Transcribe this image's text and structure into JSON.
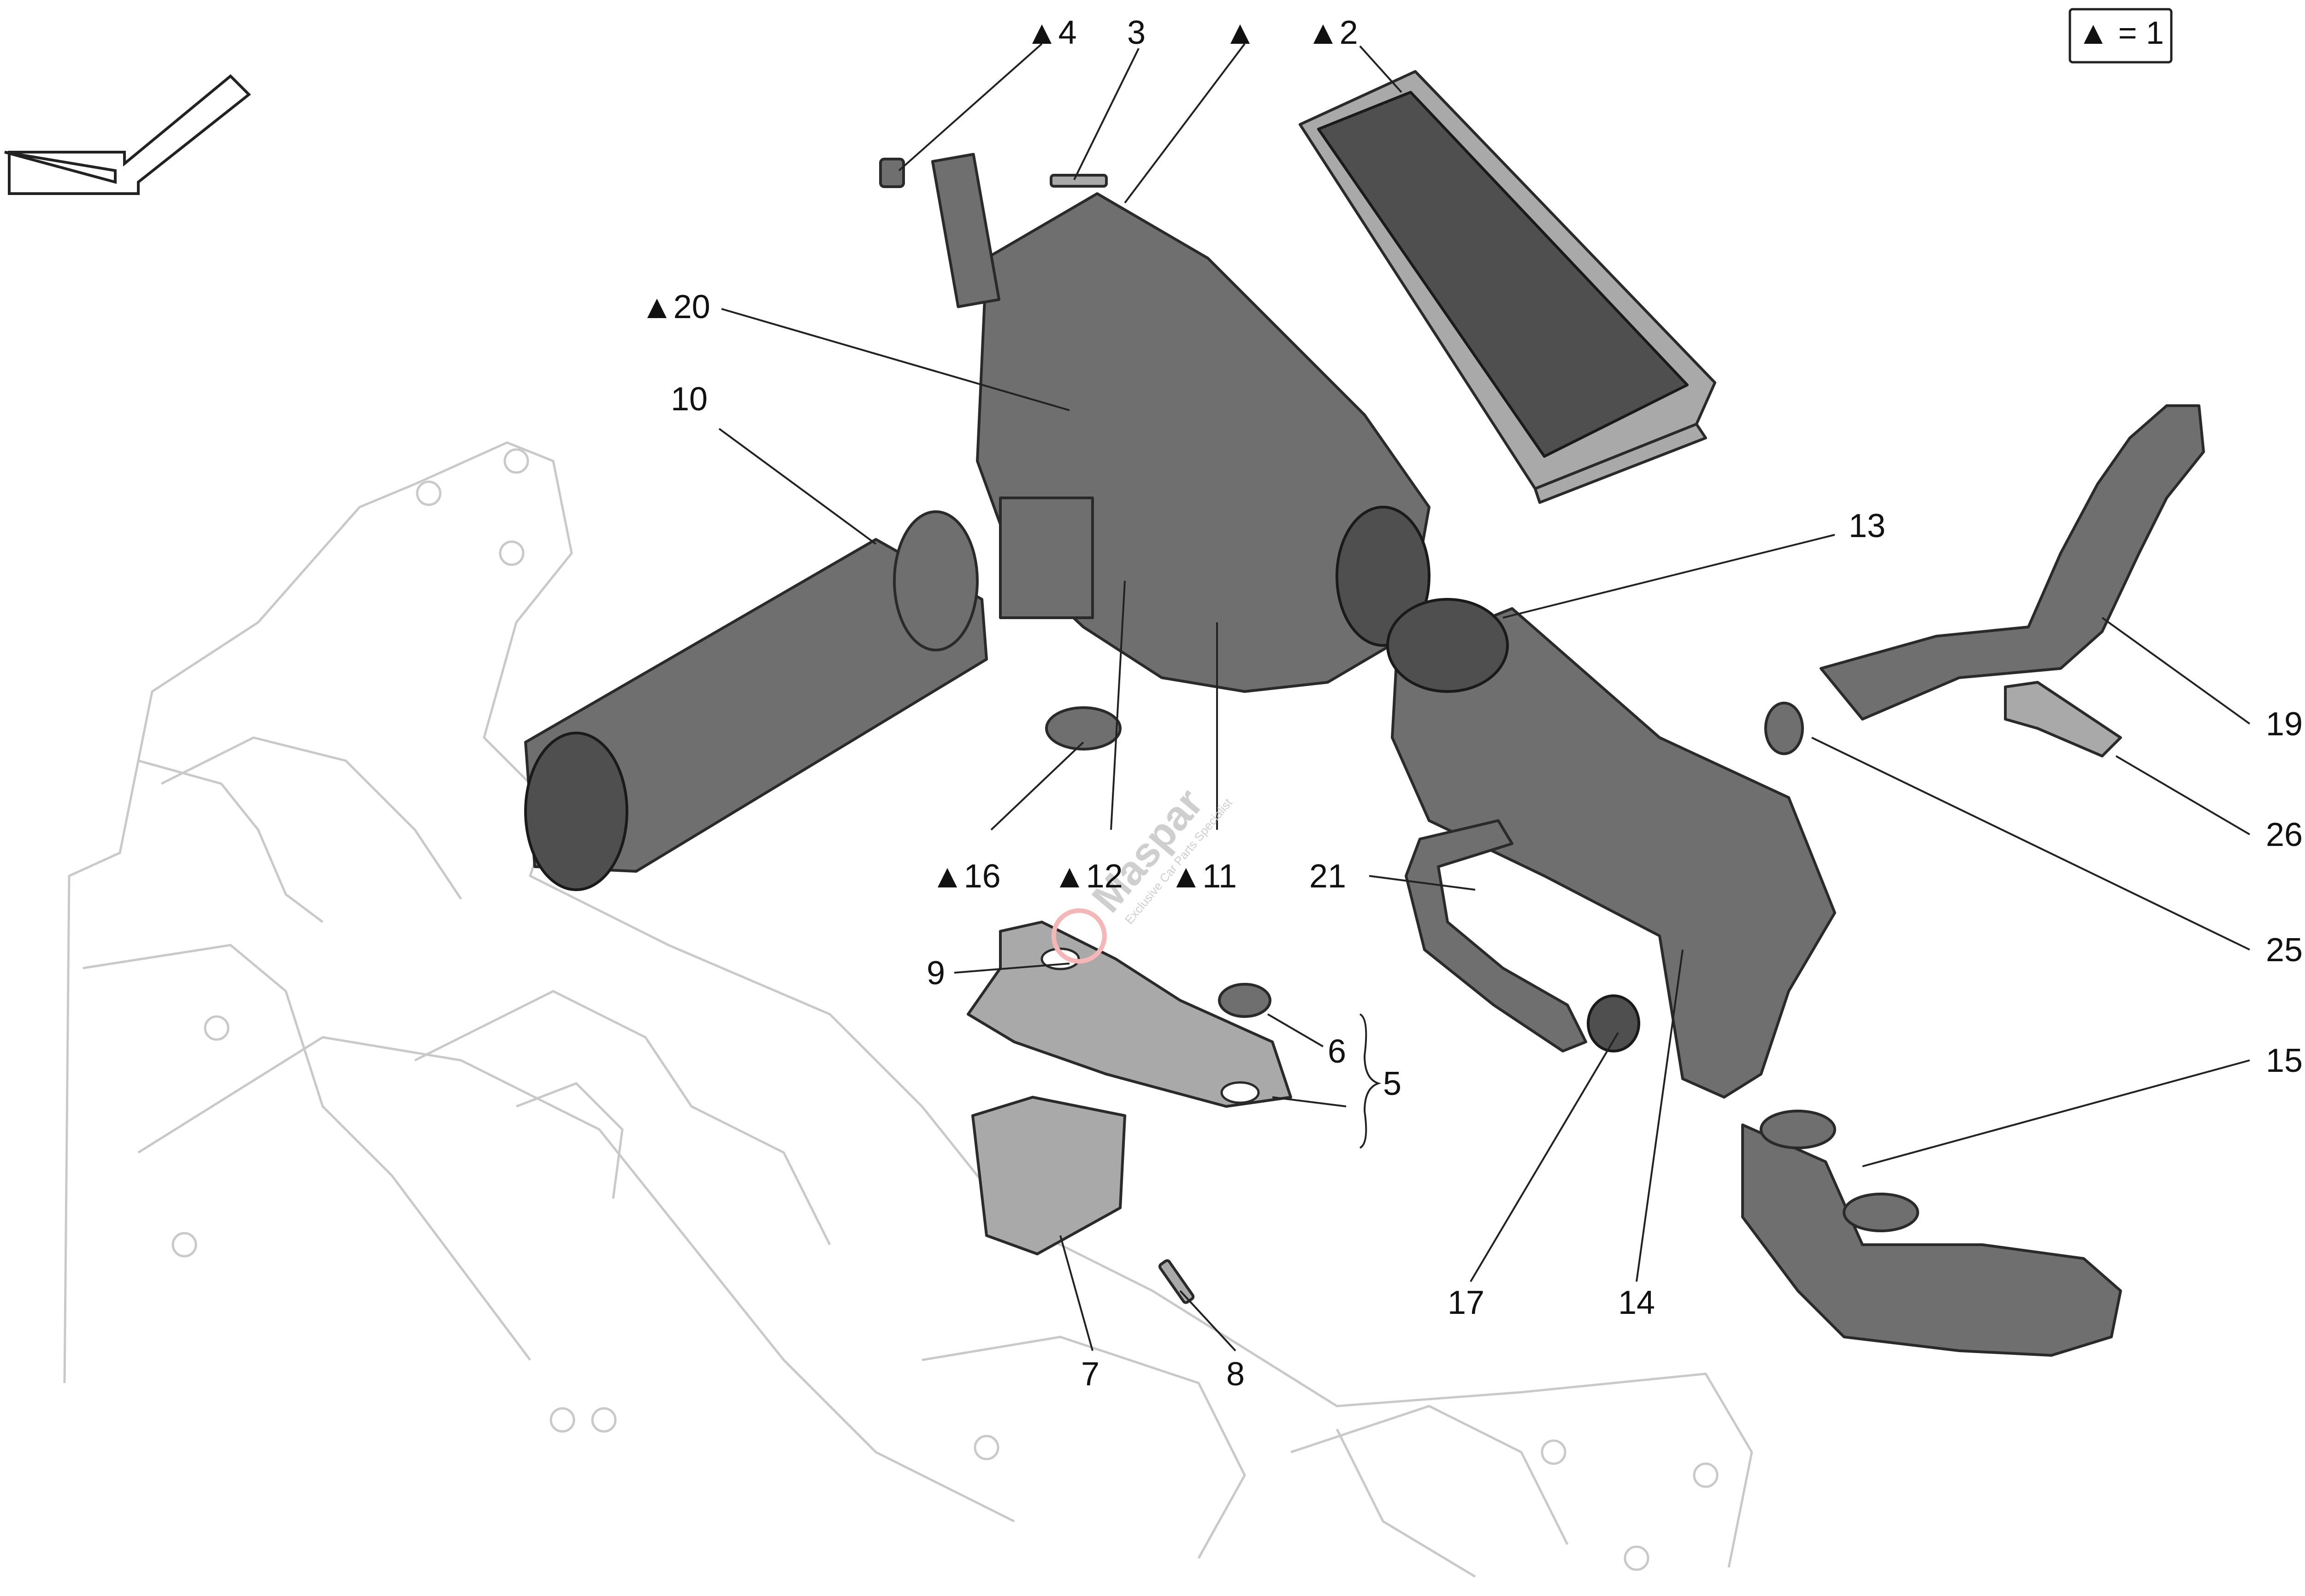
{
  "legend": {
    "text": "▲ = 1"
  },
  "watermark": {
    "brand": "Maspar",
    "tagline": "Exclusive Car Parts Specialist"
  },
  "callouts": [
    {
      "id": "c4",
      "text": "▲4"
    },
    {
      "id": "c3",
      "text": "3"
    },
    {
      "id": "cbox",
      "text": "▲"
    },
    {
      "id": "c2",
      "text": "▲2"
    },
    {
      "id": "c20",
      "text": "▲20"
    },
    {
      "id": "c10",
      "text": "10"
    },
    {
      "id": "c13",
      "text": "13"
    },
    {
      "id": "c19",
      "text": "19"
    },
    {
      "id": "c26",
      "text": "26"
    },
    {
      "id": "c25",
      "text": "25"
    },
    {
      "id": "c15",
      "text": "15"
    },
    {
      "id": "c16",
      "text": "▲16"
    },
    {
      "id": "c12",
      "text": "▲12"
    },
    {
      "id": "c11",
      "text": "▲11"
    },
    {
      "id": "c21",
      "text": "21"
    },
    {
      "id": "c9",
      "text": "9"
    },
    {
      "id": "c6",
      "text": "6"
    },
    {
      "id": "c5",
      "text": "5"
    },
    {
      "id": "c17",
      "text": "17"
    },
    {
      "id": "c14",
      "text": "14"
    },
    {
      "id": "c7",
      "text": "7"
    },
    {
      "id": "c8",
      "text": "8"
    }
  ],
  "colors": {
    "part": "#6f6f6f",
    "ghost": "#c9c9c9",
    "line": "#222222"
  }
}
